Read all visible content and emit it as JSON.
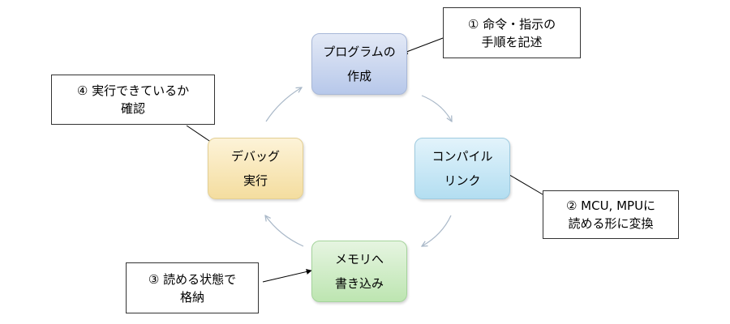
{
  "nodes": {
    "create": {
      "line1": "プログラムの",
      "line2": "作成"
    },
    "compile": {
      "line1": "コンパイル",
      "line2": "リンク"
    },
    "memory": {
      "line1": "メモリへ",
      "line2": "書き込み"
    },
    "debug": {
      "line1": "デバッグ",
      "line2": "実行"
    }
  },
  "notes": {
    "step1": {
      "line1": "① 命令・指示の",
      "line2": "手順を記述"
    },
    "step2": {
      "line1": "② MCU, MPUに",
      "line2": "読める形に変換"
    },
    "step3": {
      "line1": "③ 読める状態で",
      "line2": "格納"
    },
    "step4": {
      "line1": "④ 実行できているか",
      "line2": "確認"
    }
  },
  "colors": {
    "cycle_arrow": "#a9b8c8",
    "callout_arrow": "#000000"
  }
}
